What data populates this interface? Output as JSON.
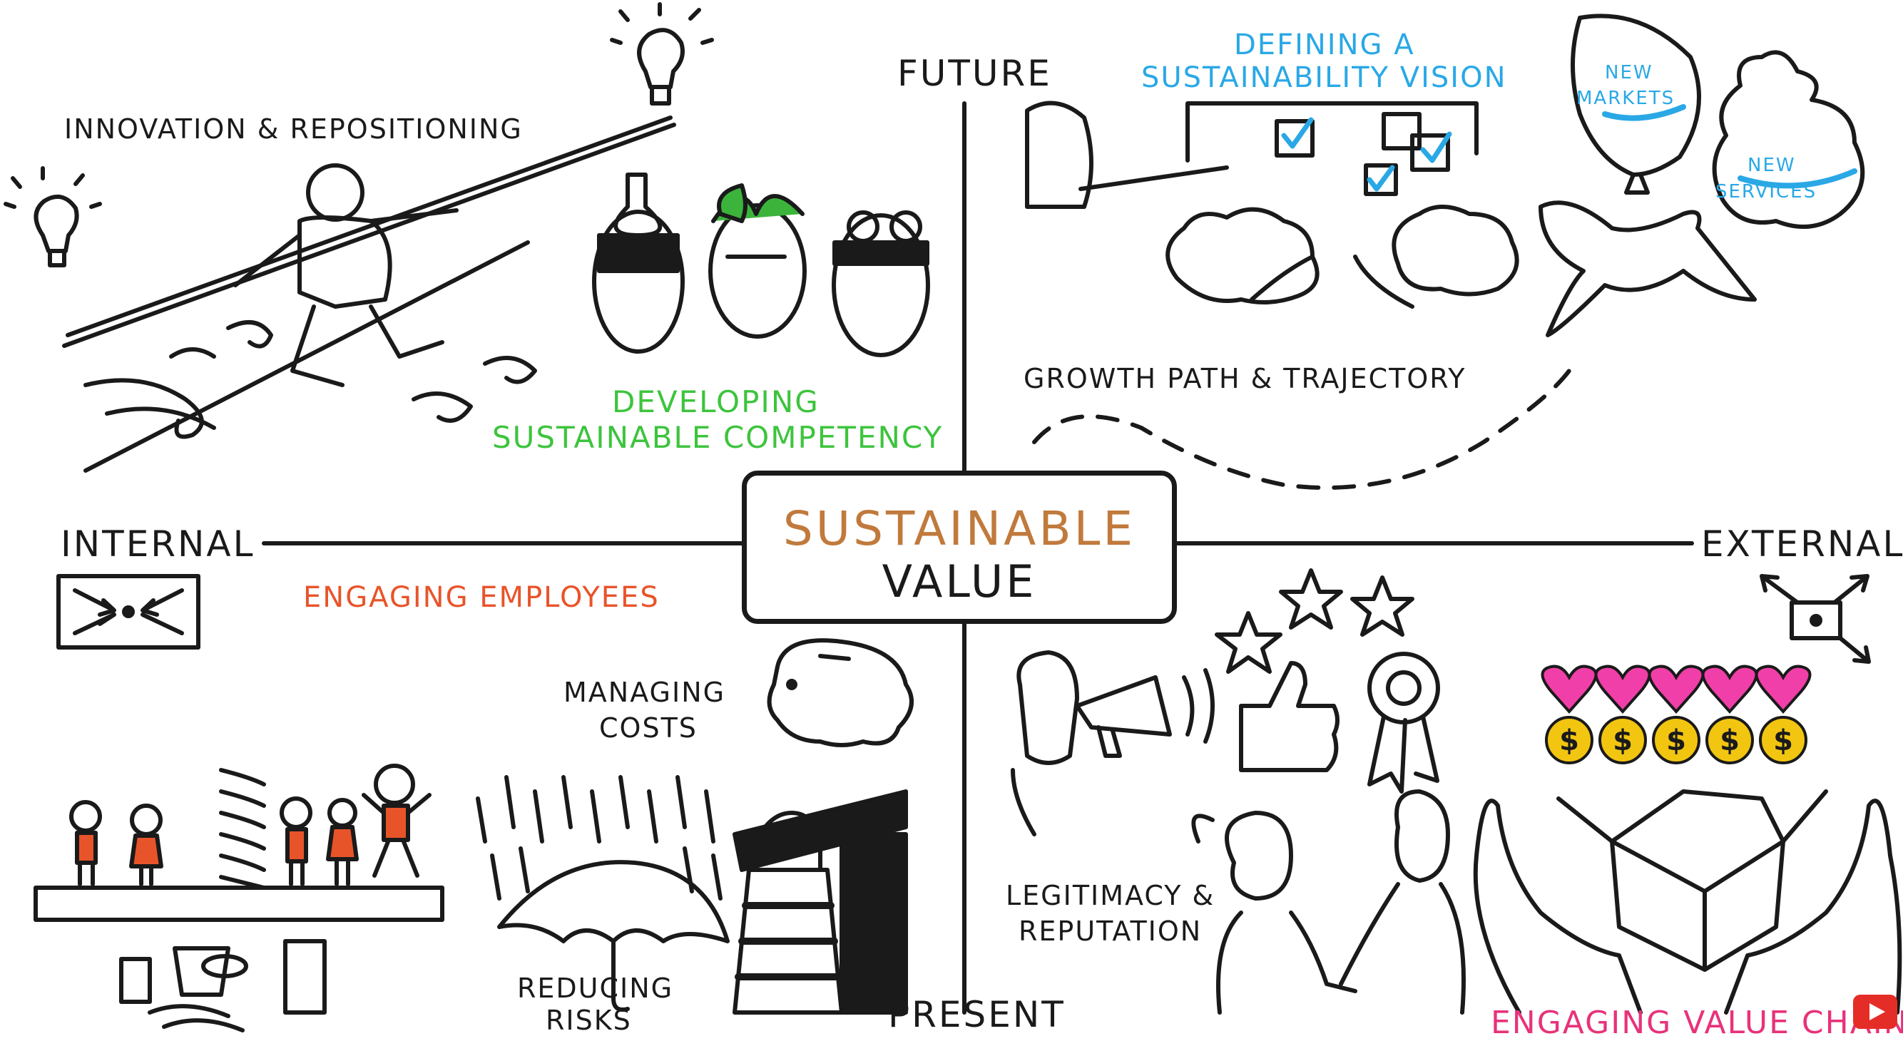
{
  "axes": {
    "top": "FUTURE",
    "bottom": "PRESENT",
    "left": "INTERNAL",
    "right": "EXTERNAL"
  },
  "center": {
    "line1": "SUSTAINABLE",
    "line2": "VALUE"
  },
  "quadrants": {
    "future_internal": {
      "innovation": "INNOVATION & REPOSITIONING",
      "competency_line1": "DEVELOPING",
      "competency_line2": "SUSTAINABLE COMPETENCY"
    },
    "future_external": {
      "vision_line1": "DEFINING A",
      "vision_line2": "SUSTAINABILITY VISION",
      "growth": "GROWTH PATH & TRAJECTORY",
      "new_markets_line1": "NEW",
      "new_markets_line2": "MARKETS",
      "new_services_line1": "NEW",
      "new_services_line2": "SERVICES"
    },
    "present_internal": {
      "employees": "ENGAGING EMPLOYEES",
      "costs_line1": "MANAGING",
      "costs_line2": "COSTS",
      "risks_line1": "REDUCING",
      "risks_line2": "RISKS"
    },
    "present_external": {
      "legitimacy_line1": "LEGITIMACY &",
      "legitimacy_line2": "REPUTATION",
      "value_chain": "ENGAGING VALUE CHAIN"
    }
  },
  "colors": {
    "ink": "#1a1a1a",
    "center_accent": "#c07a3c",
    "blue": "#2aa8e6",
    "green": "#3dc43d",
    "orange": "#e8542a",
    "pink": "#e8327a",
    "gold": "#f2c511",
    "heart": "#f03fa8",
    "leaf": "#3cb43c"
  },
  "icons": [
    "lightbulb-icon",
    "tightrope-walker-icon",
    "heads-icon",
    "checklist-board-icon",
    "balloon-icon",
    "bird-icon",
    "piggy-bank-icon",
    "umbrella-icon",
    "lighthouse-icon",
    "megaphone-icon",
    "stars-icon",
    "thumbs-up-icon",
    "award-ribbon-icon",
    "hearts-icon",
    "coins-icon",
    "box-icon",
    "hands-icon",
    "youtube-icon"
  ]
}
